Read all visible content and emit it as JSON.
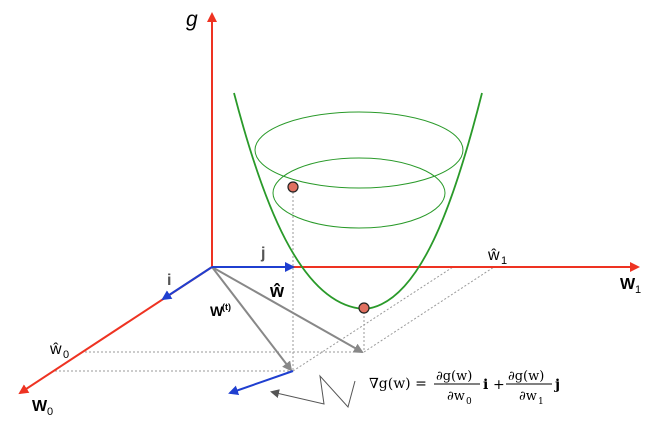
{
  "labels": {
    "g_axis": "g",
    "w1_axis_sub": "1",
    "w1_axis_main": "W",
    "w0_axis_main": "W",
    "w0_axis_sub": "0",
    "what1_main": "ŵ",
    "what1_sub": "1",
    "what0_main": "ŵ",
    "what0_sub": "0",
    "unit_i": "i",
    "unit_j": "j",
    "w_hat": "ŵ",
    "w_t_main": "W",
    "w_t_sup": "(t)"
  },
  "equation": {
    "lhs": "∇g(w) =",
    "frac1_num": "∂g(w)",
    "frac1_den": "∂w",
    "frac1_den_sub": "0",
    "term1_vec": "i",
    "plus": "+",
    "frac2_num": "∂g(w)",
    "frac2_den": "∂w",
    "frac2_den_sub": "1",
    "term2_vec": "j"
  },
  "colors": {
    "axis": "#ee3322",
    "unit_vector": "#1f3fd0",
    "surface": "#2a9a2a",
    "guide": "#888888",
    "point_fill": "#e07060",
    "point_stroke": "#222222"
  }
}
